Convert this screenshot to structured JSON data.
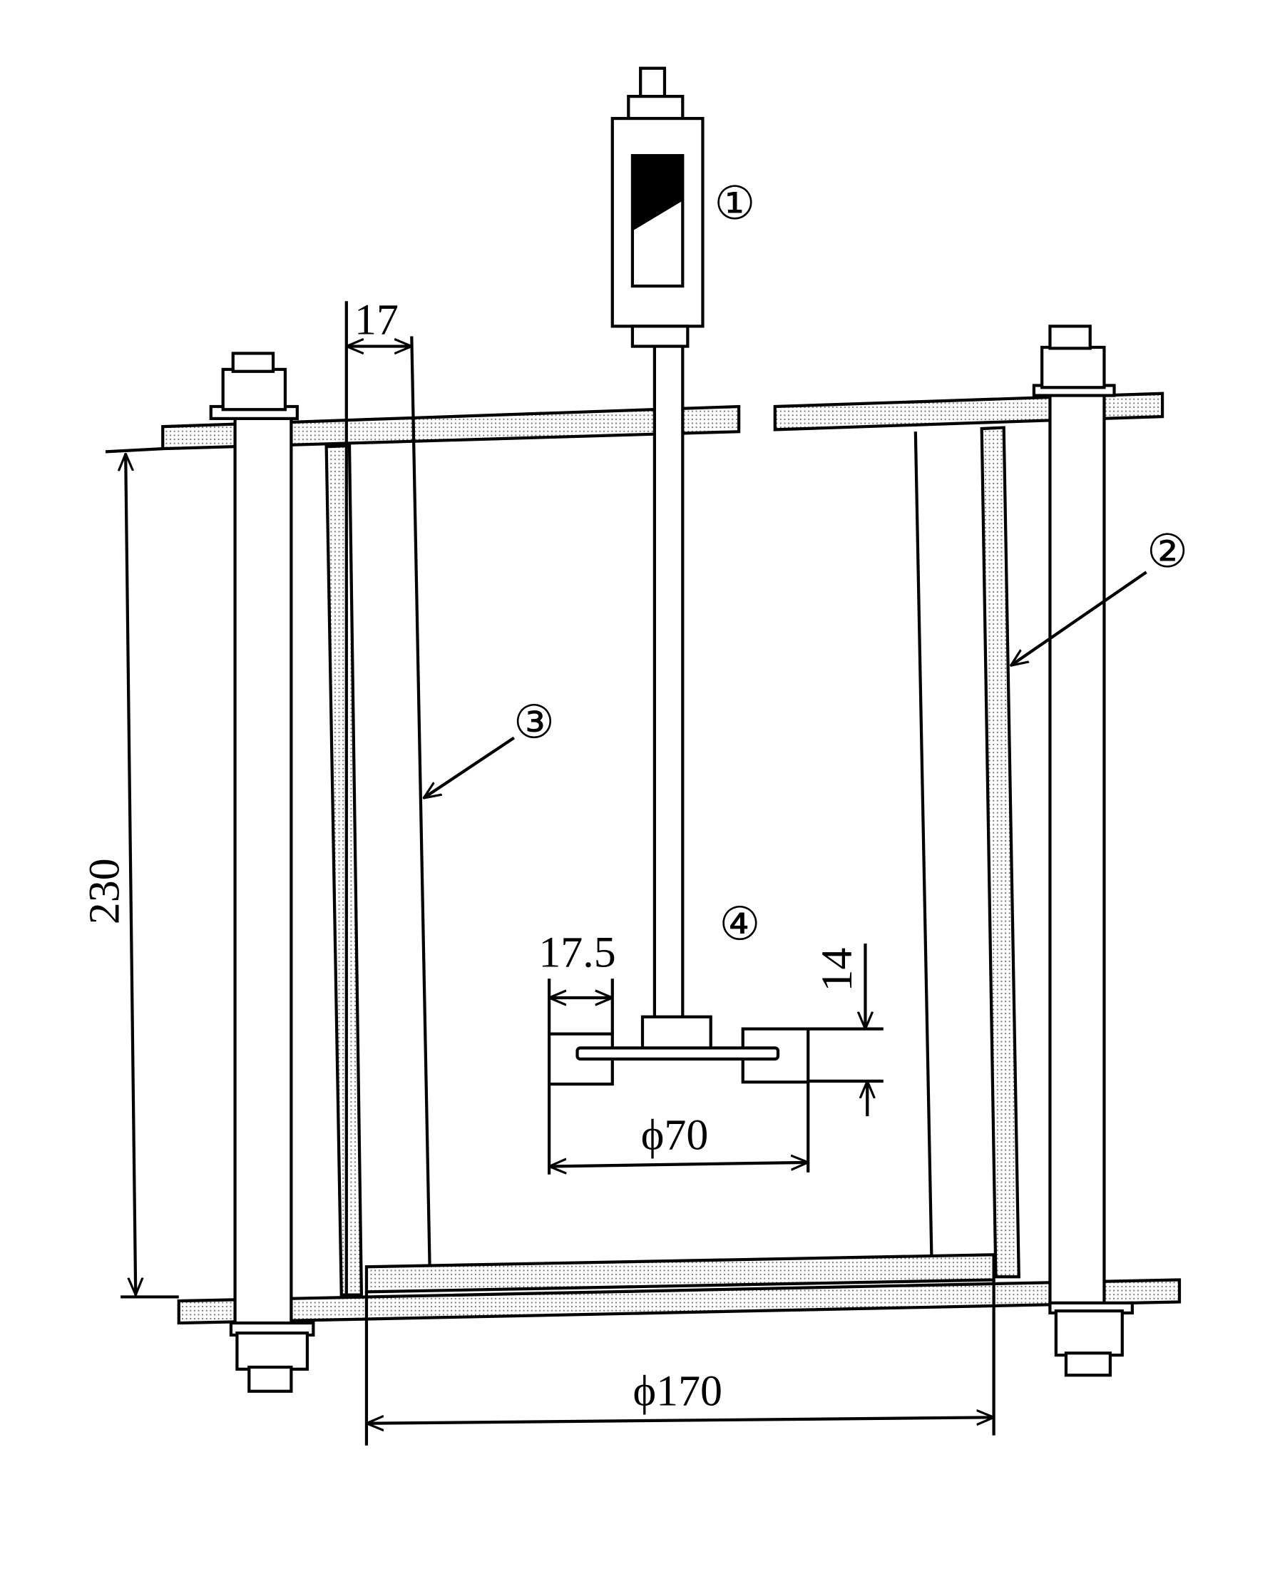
{
  "diagram": {
    "callouts": {
      "motor": "①",
      "vessel_wall": "②",
      "baffle": "③",
      "impeller": "④"
    },
    "dimensions": {
      "baffle_width": "17",
      "height": "230",
      "vessel_diameter": "ϕ170",
      "impeller_diameter": "ϕ70",
      "blade_width": "17.5",
      "blade_height": "14"
    }
  }
}
